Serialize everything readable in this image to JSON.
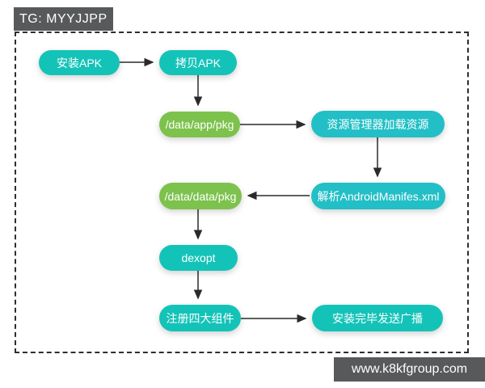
{
  "badge": {
    "label": "TG: MYYJJPP"
  },
  "watermark": {
    "label": "www.k8kfgroup.com"
  },
  "colors": {
    "node_teal": "#14c3b8",
    "node_cyan": "#22bfc6",
    "node_green": "#7cc24d",
    "banner_bg": "#58595b",
    "arrow_line": "#2a2a2a",
    "frame_dash": "#2e2e2e",
    "node_text": "#ffffff"
  },
  "flowchart": {
    "nodes": [
      {
        "id": "install-apk",
        "label": "安装APK",
        "color": "teal"
      },
      {
        "id": "copy-apk",
        "label": "拷贝APK",
        "color": "teal"
      },
      {
        "id": "data-app-pkg",
        "label": "/data/app/pkg",
        "color": "green"
      },
      {
        "id": "load-resources",
        "label": "资源管理器加载资源",
        "color": "cyan"
      },
      {
        "id": "parse-manifest",
        "label": "解析AndroidManifes.xml",
        "color": "cyan"
      },
      {
        "id": "data-data-pkg",
        "label": "/data/data/pkg",
        "color": "green"
      },
      {
        "id": "dexopt",
        "label": "dexopt",
        "color": "teal"
      },
      {
        "id": "register-components",
        "label": "注册四大组件",
        "color": "teal"
      },
      {
        "id": "broadcast",
        "label": "安装完毕发送广播",
        "color": "teal"
      }
    ],
    "edges": [
      {
        "from": "install-apk",
        "to": "copy-apk"
      },
      {
        "from": "copy-apk",
        "to": "data-app-pkg"
      },
      {
        "from": "data-app-pkg",
        "to": "load-resources"
      },
      {
        "from": "load-resources",
        "to": "parse-manifest"
      },
      {
        "from": "parse-manifest",
        "to": "data-data-pkg"
      },
      {
        "from": "data-data-pkg",
        "to": "dexopt"
      },
      {
        "from": "dexopt",
        "to": "register-components"
      },
      {
        "from": "register-components",
        "to": "broadcast"
      }
    ]
  }
}
